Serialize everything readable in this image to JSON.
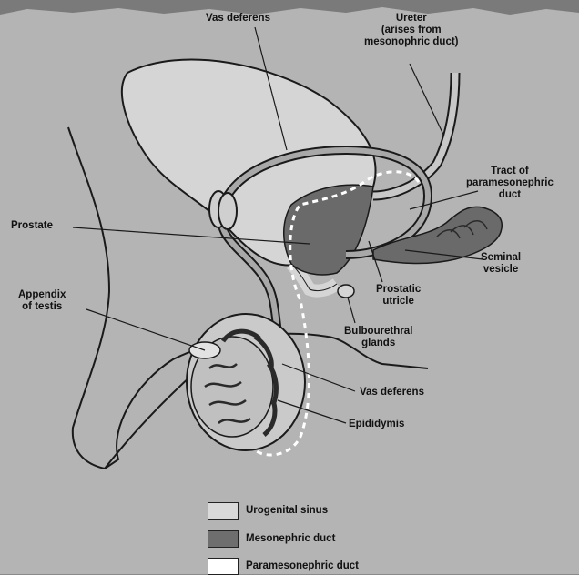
{
  "labels": {
    "vas_deferens_top": "Vas deferens",
    "ureter_1": "Ureter",
    "ureter_2": "(arises from",
    "ureter_3": "mesonophric duct)",
    "tract_1": "Tract of",
    "tract_2": "paramesonephric",
    "tract_3": "duct",
    "prostate": "Prostate",
    "seminal_1": "Seminal",
    "seminal_2": "vesicle",
    "utricle_1": "Prostatic",
    "utricle_2": "utricle",
    "appendix_1": "Appendix",
    "appendix_2": "of testis",
    "bulbo_1": "Bulbourethral",
    "bulbo_2": "glands",
    "vas_deferens_bottom": "Vas deferens",
    "epididymis": "Epididymis"
  },
  "legend": [
    {
      "label": "Urogenital sinus",
      "color": "#d9d9d9"
    },
    {
      "label": "Mesonephric duct",
      "color": "#6e6e6e"
    },
    {
      "label": "Paramesonephric duct",
      "color": "#ffffff"
    }
  ]
}
